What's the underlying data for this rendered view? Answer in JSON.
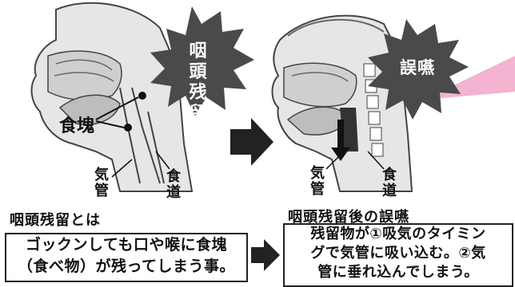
{
  "left_panel": {
    "burst_label_line1": "咽頭",
    "burst_label_line2": "残留",
    "food_label": "食塊",
    "trachea_label": "気\n管",
    "esophagus_label": "食\n道"
  },
  "right_panel": {
    "burst_label": "誤嚥",
    "trachea_label": "気\n管",
    "esophagus_label": "食\n道"
  },
  "left_caption": {
    "title": "咽頭残留とは",
    "line1": "ゴックンしても口や喉に食塊",
    "line2": "（食べ物）が残ってしまう事。"
  },
  "right_caption": {
    "title": "咽頭残留後の誤嚥",
    "line1": "残留物が①吸気のタイミン",
    "line2": "グで気管に吸い込む。②気",
    "line3": "管に垂れ込んでしまう。"
  },
  "colors": {
    "burst": "#4a4a4a",
    "illustration_gray": "#9a9a9a",
    "accent_pink": "#f2a6c8"
  }
}
